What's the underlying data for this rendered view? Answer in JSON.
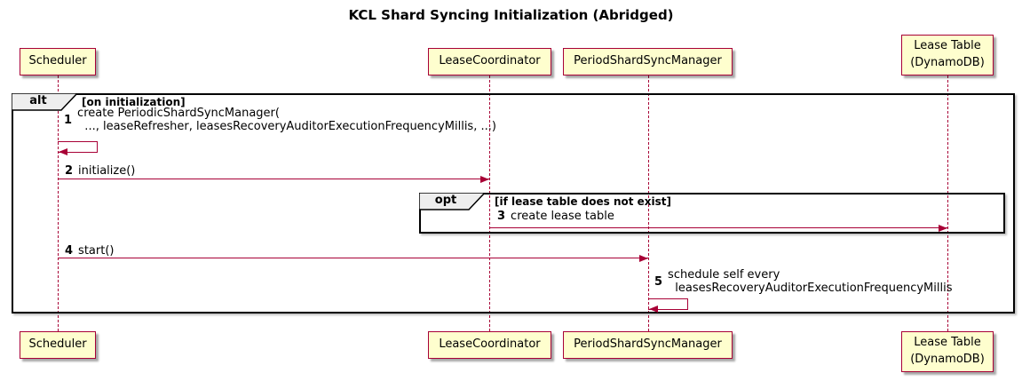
{
  "title": "KCL Shard Syncing Initialization (Abridged)",
  "colors": {
    "participant_fill": "#FEFECE",
    "participant_border": "#A80036",
    "arrow": "#A80036",
    "lifeline": "#A80036",
    "frame_border": "#000000",
    "operator_fill": "#EEEEEE",
    "text": "#000000"
  },
  "participants": [
    {
      "id": "scheduler",
      "label": "Scheduler"
    },
    {
      "id": "lease-coordinator",
      "label": "LeaseCoordinator"
    },
    {
      "id": "period-shard-sync-manager",
      "label": "PeriodShardSyncManager"
    },
    {
      "id": "lease-table",
      "label": "Lease Table\n(DynamoDB)"
    }
  ],
  "frames": {
    "alt": {
      "operator": "alt",
      "condition": "[on initialization]"
    },
    "opt": {
      "operator": "opt",
      "condition": "[if lease table does not exist]"
    }
  },
  "messages": [
    {
      "num": "1",
      "text": "create PeriodicShardSyncManager(\n  ..., leaseRefresher, leasesRecoveryAuditorExecutionFrequencyMillis, ...)",
      "from": "scheduler",
      "to": "scheduler",
      "kind": "self"
    },
    {
      "num": "2",
      "text": "initialize()",
      "from": "scheduler",
      "to": "lease-coordinator",
      "kind": "arrow"
    },
    {
      "num": "3",
      "text": "create lease table",
      "from": "lease-coordinator",
      "to": "lease-table",
      "kind": "arrow"
    },
    {
      "num": "4",
      "text": "start()",
      "from": "scheduler",
      "to": "period-shard-sync-manager",
      "kind": "arrow"
    },
    {
      "num": "5",
      "text": "schedule self every\n  leasesRecoveryAuditorExecutionFrequencyMillis",
      "from": "period-shard-sync-manager",
      "to": "period-shard-sync-manager",
      "kind": "self"
    }
  ]
}
